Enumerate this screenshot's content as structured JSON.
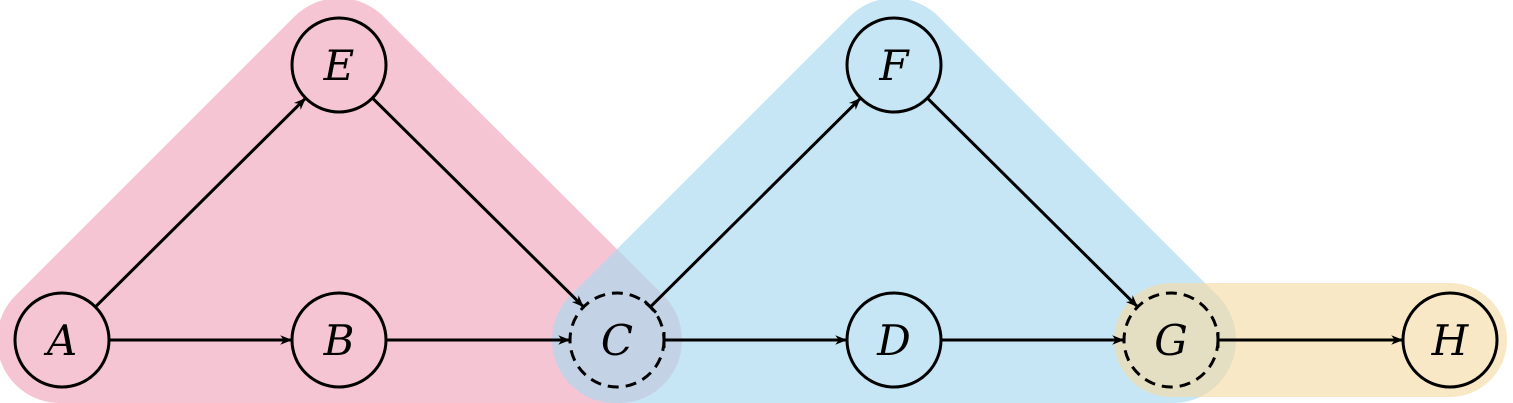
{
  "diagram": {
    "nodes": [
      {
        "id": "A",
        "label": "A",
        "dashed": false
      },
      {
        "id": "B",
        "label": "B",
        "dashed": false
      },
      {
        "id": "C",
        "label": "C",
        "dashed": true
      },
      {
        "id": "D",
        "label": "D",
        "dashed": false
      },
      {
        "id": "E",
        "label": "E",
        "dashed": false
      },
      {
        "id": "F",
        "label": "F",
        "dashed": false
      },
      {
        "id": "G",
        "label": "G",
        "dashed": true
      },
      {
        "id": "H",
        "label": "H",
        "dashed": false
      }
    ],
    "edges": [
      {
        "from": "A",
        "to": "B",
        "type": "arrow"
      },
      {
        "from": "A",
        "to": "E",
        "type": "arrow"
      },
      {
        "from": "E",
        "to": "C",
        "type": "arrow"
      },
      {
        "from": "B",
        "to": "C",
        "type": "arrow"
      },
      {
        "from": "C",
        "to": "F",
        "type": "bar-arrow"
      },
      {
        "from": "C",
        "to": "D",
        "type": "bar-arrow"
      },
      {
        "from": "F",
        "to": "G",
        "type": "arrow"
      },
      {
        "from": "D",
        "to": "G",
        "type": "arrow"
      },
      {
        "from": "G",
        "to": "H",
        "type": "bar-arrow"
      }
    ],
    "regions": [
      {
        "name": "pink-region",
        "nodes": [
          "A",
          "E",
          "C"
        ],
        "color": "#f0a6bd"
      },
      {
        "name": "blue-region",
        "nodes": [
          "C",
          "F",
          "G"
        ],
        "color": "#a9d8ef"
      },
      {
        "name": "yellow-region",
        "nodes": [
          "G",
          "H"
        ],
        "color": "#f5dca7"
      }
    ],
    "colors": {
      "node_fill": "none",
      "node_stroke": "#000000",
      "edge_stroke": "#000000"
    }
  }
}
